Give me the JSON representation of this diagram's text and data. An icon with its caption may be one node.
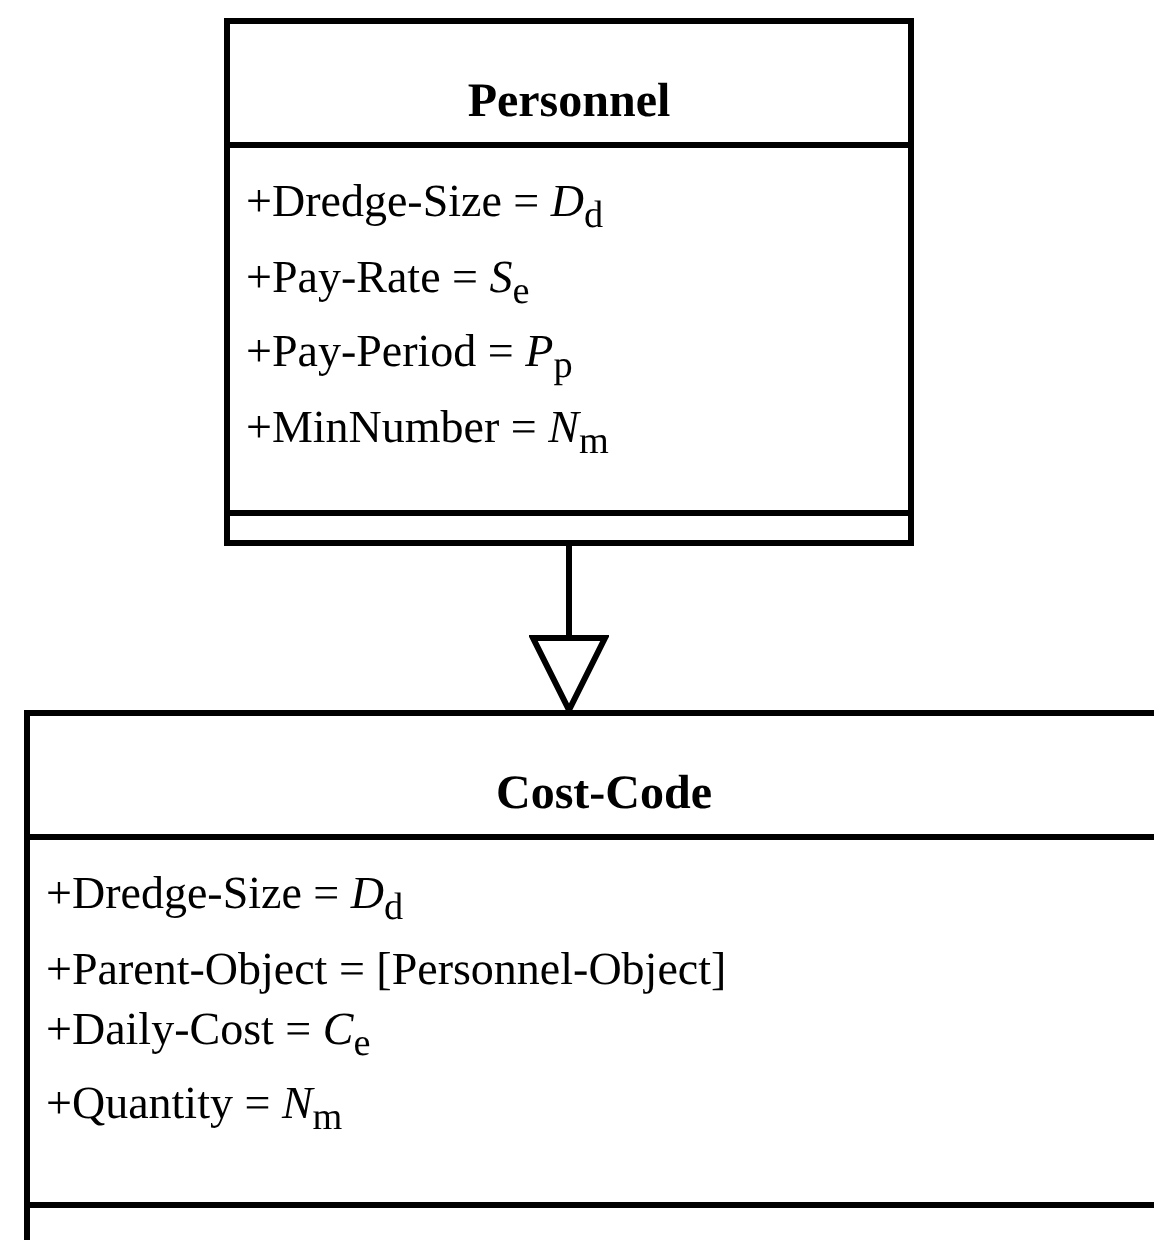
{
  "diagram": {
    "nodes": [
      {
        "text": [
          "Personnel",
          "+Dredge-Size = *D*$_{d}$",
          "+Pay-Rate = *S*$_{e}$",
          "+Pay-Period = *P*$_{p}$",
          "+MinNumber = *N*$_{m}$"
        ]
      },
      {
        "text": [
          "Cost-Code",
          "+Dredge-Size = *D*$_{d}$",
          "+Parent-Object = [Personnel-Object]",
          "+Daily-Cost = *C*$_{e}$",
          "+Quantity = *N*$_{m}$"
        ]
      }
    ],
    "edges": [
      {
        "from": 0,
        "to": 1,
        "arrow": "to"
      }
    ]
  }
}
